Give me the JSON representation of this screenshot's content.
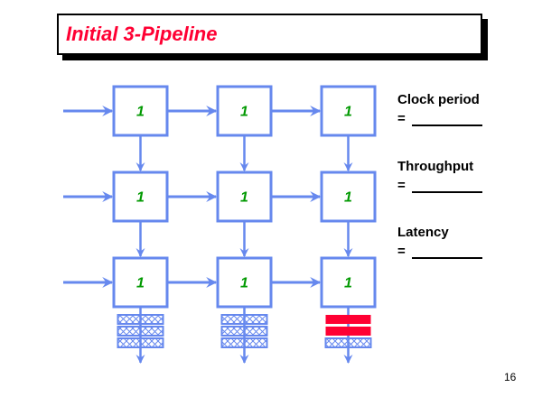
{
  "title": "Initial 3-Pipeline",
  "page_number": "16",
  "metrics": [
    {
      "label": "Clock period",
      "equals": "="
    },
    {
      "label": "Throughput",
      "equals": "="
    },
    {
      "label": "Latency",
      "equals": "="
    }
  ],
  "diagram": {
    "type": "pipeline-grid",
    "rows": 3,
    "cols": 3,
    "stage_values": [
      [
        "1",
        "1",
        "1"
      ],
      [
        "1",
        "1",
        "1"
      ],
      [
        "1",
        "1",
        "1"
      ]
    ],
    "output_registers": [
      [
        "hatched",
        "hatched",
        "hatched"
      ],
      [
        "hatched",
        "hatched",
        "hatched"
      ],
      [
        "solid",
        "solid",
        "hatched"
      ]
    ],
    "colors": {
      "line": "#6688EE",
      "stage_value": "#009900",
      "solid_register": "#FF0033",
      "title": "#FF0033",
      "text": "#000000"
    }
  }
}
